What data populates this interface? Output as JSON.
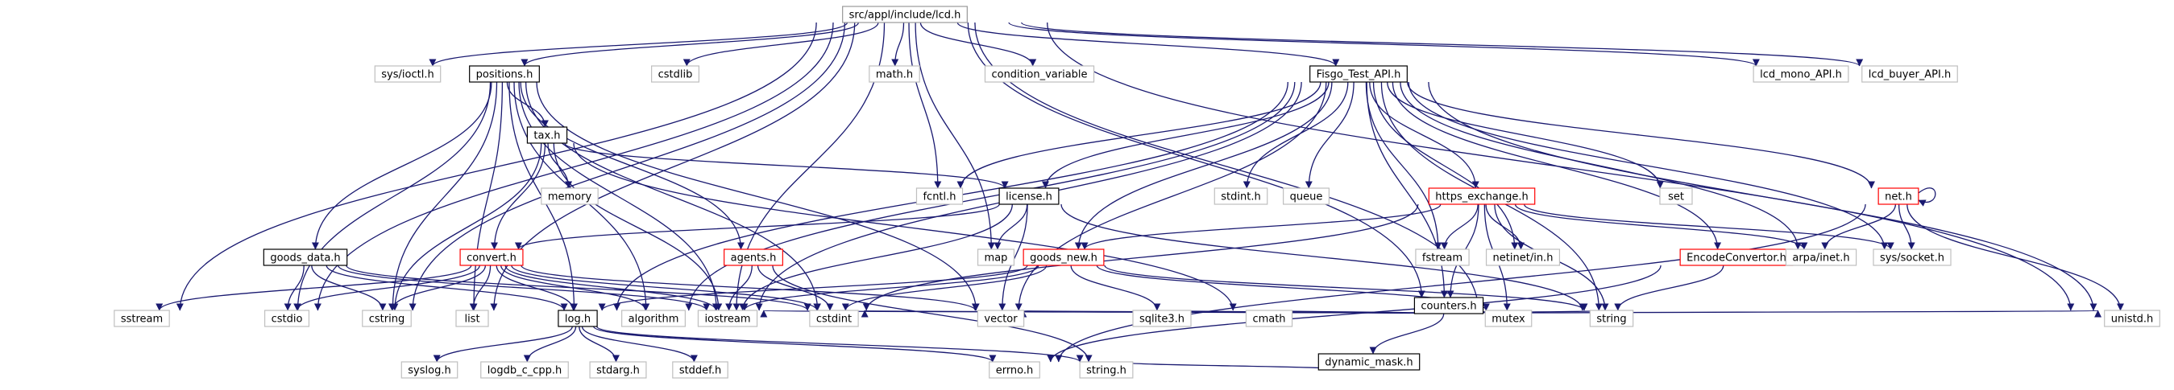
{
  "colors": {
    "edge": "#191970",
    "box_root": "#999999",
    "fill_root": "#bfbfbf",
    "box_doc": "#000000",
    "box_partial": "#ff0000",
    "box_external": "#bfbfbf"
  },
  "nodes": [
    {
      "id": "root",
      "label": "src/appl/include/lcd.h",
      "kind": "root"
    },
    {
      "id": "sys_ioctl",
      "label": "sys/ioctl.h",
      "kind": "external"
    },
    {
      "id": "positions",
      "label": "positions.h",
      "kind": "doc"
    },
    {
      "id": "cstdlib",
      "label": "cstdlib",
      "kind": "external"
    },
    {
      "id": "math",
      "label": "math.h",
      "kind": "external"
    },
    {
      "id": "condvar",
      "label": "condition_variable",
      "kind": "external"
    },
    {
      "id": "fisgo",
      "label": "Fisgo_Test_API.h",
      "kind": "doc"
    },
    {
      "id": "lcd_mono",
      "label": "lcd_mono_API.h",
      "kind": "external"
    },
    {
      "id": "lcd_buyer",
      "label": "lcd_buyer_API.h",
      "kind": "external"
    },
    {
      "id": "tax",
      "label": "tax.h",
      "kind": "doc"
    },
    {
      "id": "memory",
      "label": "memory",
      "kind": "external"
    },
    {
      "id": "license",
      "label": "license.h",
      "kind": "doc"
    },
    {
      "id": "fcntl",
      "label": "fcntl.h",
      "kind": "external"
    },
    {
      "id": "stdint",
      "label": "stdint.h",
      "kind": "external"
    },
    {
      "id": "queue",
      "label": "queue",
      "kind": "external"
    },
    {
      "id": "https",
      "label": "https_exchange.h",
      "kind": "partial"
    },
    {
      "id": "set",
      "label": "set",
      "kind": "external"
    },
    {
      "id": "net",
      "label": "net.h",
      "kind": "partial"
    },
    {
      "id": "goods_data",
      "label": "goods_data.h",
      "kind": "doc"
    },
    {
      "id": "convert",
      "label": "convert.h",
      "kind": "partial"
    },
    {
      "id": "agents",
      "label": "agents.h",
      "kind": "partial"
    },
    {
      "id": "map",
      "label": "map",
      "kind": "external"
    },
    {
      "id": "goods_new",
      "label": "goods_new.h",
      "kind": "partial"
    },
    {
      "id": "fstream",
      "label": "fstream",
      "kind": "external"
    },
    {
      "id": "netinet",
      "label": "netinet/in.h",
      "kind": "external"
    },
    {
      "id": "encode",
      "label": "EncodeConvertor.h",
      "kind": "partial"
    },
    {
      "id": "arpa",
      "label": "arpa/inet.h",
      "kind": "external"
    },
    {
      "id": "syssocket",
      "label": "sys/socket.h",
      "kind": "external"
    },
    {
      "id": "counters",
      "label": "counters.h",
      "kind": "doc"
    },
    {
      "id": "sstream",
      "label": "sstream",
      "kind": "external"
    },
    {
      "id": "cstdio",
      "label": "cstdio",
      "kind": "external"
    },
    {
      "id": "cstring",
      "label": "cstring",
      "kind": "external"
    },
    {
      "id": "list",
      "label": "list",
      "kind": "external"
    },
    {
      "id": "log",
      "label": "log.h",
      "kind": "doc"
    },
    {
      "id": "algorithm",
      "label": "algorithm",
      "kind": "external"
    },
    {
      "id": "iostream",
      "label": "iostream",
      "kind": "external"
    },
    {
      "id": "cstdint",
      "label": "cstdint",
      "kind": "external"
    },
    {
      "id": "vector",
      "label": "vector",
      "kind": "external"
    },
    {
      "id": "sqlite3",
      "label": "sqlite3.h",
      "kind": "external"
    },
    {
      "id": "cmath",
      "label": "cmath",
      "kind": "external"
    },
    {
      "id": "mutex",
      "label": "mutex",
      "kind": "external"
    },
    {
      "id": "string",
      "label": "string",
      "kind": "external"
    },
    {
      "id": "unistd",
      "label": "unistd.h",
      "kind": "external"
    },
    {
      "id": "dynamic_mask",
      "label": "dynamic_mask.h",
      "kind": "doc"
    },
    {
      "id": "syslog",
      "label": "syslog.h",
      "kind": "external"
    },
    {
      "id": "logdb",
      "label": "logdb_c_cpp.h",
      "kind": "external"
    },
    {
      "id": "stdarg",
      "label": "stdarg.h",
      "kind": "external"
    },
    {
      "id": "stddef",
      "label": "stddef.h",
      "kind": "external"
    },
    {
      "id": "errno",
      "label": "errno.h",
      "kind": "external"
    },
    {
      "id": "string_h",
      "label": "string.h",
      "kind": "external"
    }
  ],
  "edges": [
    [
      "root",
      "sstream"
    ],
    [
      "root",
      "cstdio"
    ],
    [
      "root",
      "cstring"
    ],
    [
      "root",
      "sys_ioctl"
    ],
    [
      "root",
      "positions"
    ],
    [
      "root",
      "cstdlib"
    ],
    [
      "root",
      "math"
    ],
    [
      "root",
      "condvar"
    ],
    [
      "root",
      "fisgo"
    ],
    [
      "root",
      "lcd_mono"
    ],
    [
      "root",
      "lcd_buyer"
    ],
    [
      "root",
      "unistd"
    ],
    [
      "root",
      "iostream"
    ],
    [
      "root",
      "map"
    ],
    [
      "root",
      "fcntl"
    ],
    [
      "root",
      "list"
    ],
    [
      "root",
      "mutex"
    ],
    [
      "root",
      "counters"
    ],
    [
      "positions",
      "tax"
    ],
    [
      "positions",
      "goods_data"
    ],
    [
      "positions",
      "agents"
    ],
    [
      "positions",
      "log"
    ],
    [
      "positions",
      "cstdio"
    ],
    [
      "positions",
      "cstring"
    ],
    [
      "positions",
      "list"
    ],
    [
      "positions",
      "iostream"
    ],
    [
      "positions",
      "cstdint"
    ],
    [
      "positions",
      "vector"
    ],
    [
      "positions",
      "algorithm"
    ],
    [
      "tax",
      "memory"
    ],
    [
      "tax",
      "license"
    ],
    [
      "tax",
      "convert"
    ],
    [
      "tax",
      "cstring"
    ],
    [
      "tax",
      "iostream"
    ],
    [
      "tax",
      "cmath"
    ],
    [
      "fisgo",
      "fcntl"
    ],
    [
      "fisgo",
      "stdint"
    ],
    [
      "fisgo",
      "queue"
    ],
    [
      "fisgo",
      "https"
    ],
    [
      "fisgo",
      "set"
    ],
    [
      "fisgo",
      "net"
    ],
    [
      "fisgo",
      "license"
    ],
    [
      "fisgo",
      "goods_new"
    ],
    [
      "fisgo",
      "fstream"
    ],
    [
      "fisgo",
      "netinet"
    ],
    [
      "fisgo",
      "encode"
    ],
    [
      "fisgo",
      "arpa"
    ],
    [
      "fisgo",
      "syssocket"
    ],
    [
      "fisgo",
      "counters"
    ],
    [
      "fisgo",
      "unistd"
    ],
    [
      "fisgo",
      "log"
    ],
    [
      "fisgo",
      "vector"
    ],
    [
      "fisgo",
      "iostream"
    ],
    [
      "fisgo",
      "string"
    ],
    [
      "fisgo",
      "algorithm"
    ],
    [
      "license",
      "map"
    ],
    [
      "license",
      "vector"
    ],
    [
      "license",
      "string"
    ],
    [
      "license",
      "convert"
    ],
    [
      "license",
      "iostream"
    ],
    [
      "https",
      "goods_new"
    ],
    [
      "https",
      "fstream"
    ],
    [
      "https",
      "netinet"
    ],
    [
      "https",
      "arpa"
    ],
    [
      "https",
      "syssocket"
    ],
    [
      "https",
      "counters"
    ],
    [
      "https",
      "mutex"
    ],
    [
      "https",
      "string"
    ],
    [
      "https",
      "cstdint"
    ],
    [
      "net",
      "net"
    ],
    [
      "net",
      "arpa"
    ],
    [
      "net",
      "syssocket"
    ],
    [
      "net",
      "unistd"
    ],
    [
      "net",
      "errno"
    ],
    [
      "goods_data",
      "cstdio"
    ],
    [
      "goods_data",
      "cstring"
    ],
    [
      "goods_data",
      "log"
    ],
    [
      "goods_data",
      "iostream"
    ],
    [
      "goods_data",
      "cstdint"
    ],
    [
      "convert",
      "sstream"
    ],
    [
      "convert",
      "cstdio"
    ],
    [
      "convert",
      "cstring"
    ],
    [
      "convert",
      "list"
    ],
    [
      "convert",
      "log"
    ],
    [
      "convert",
      "algorithm"
    ],
    [
      "convert",
      "iostream"
    ],
    [
      "convert",
      "cstdint"
    ],
    [
      "convert",
      "vector"
    ],
    [
      "agents",
      "iostream"
    ],
    [
      "agents",
      "cstdint"
    ],
    [
      "agents",
      "string_h"
    ],
    [
      "goods_new",
      "log"
    ],
    [
      "goods_new",
      "iostream"
    ],
    [
      "goods_new",
      "cstdint"
    ],
    [
      "goods_new",
      "sqlite3"
    ],
    [
      "goods_new",
      "mutex"
    ],
    [
      "goods_new",
      "string"
    ],
    [
      "encode",
      "string"
    ],
    [
      "encode",
      "errno"
    ],
    [
      "counters",
      "iostream"
    ],
    [
      "counters",
      "cstdint"
    ],
    [
      "counters",
      "vector"
    ],
    [
      "counters",
      "sqlite3"
    ],
    [
      "counters",
      "cmath"
    ],
    [
      "counters",
      "mutex"
    ],
    [
      "counters",
      "string"
    ],
    [
      "counters",
      "unistd"
    ],
    [
      "counters",
      "dynamic_mask"
    ],
    [
      "log",
      "syslog"
    ],
    [
      "log",
      "logdb"
    ],
    [
      "log",
      "stdarg"
    ],
    [
      "log",
      "stddef"
    ],
    [
      "log",
      "errno"
    ],
    [
      "log",
      "string_h"
    ],
    [
      "dynamic_mask",
      "string_h"
    ]
  ]
}
